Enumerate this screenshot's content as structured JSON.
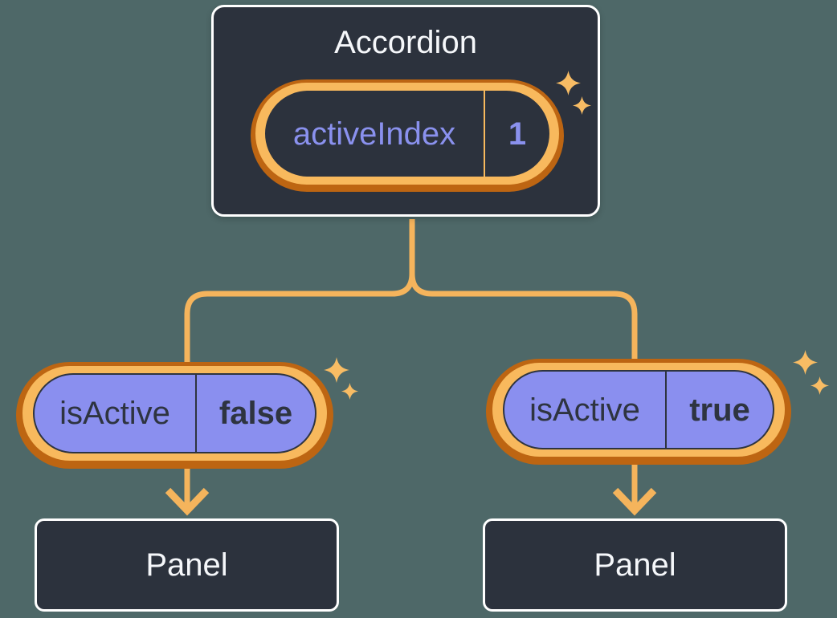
{
  "diagram": {
    "root": {
      "label": "Accordion",
      "state_name": "activeIndex",
      "state_value": "1"
    },
    "children": [
      {
        "state_name": "isActive",
        "state_value": "false",
        "panel_label": "Panel"
      },
      {
        "state_name": "isActive",
        "state_value": "true",
        "panel_label": "Panel"
      }
    ]
  },
  "icons": {
    "sparkle": "four-point-sparkle"
  },
  "colors": {
    "background": "#4E6868",
    "card": "#2C323D",
    "card_border": "#FFFFFF",
    "text_light": "#F5F7FA",
    "text_dark": "#2E3440",
    "purple_text": "#8A91EE",
    "pill_fill": "#8A8FEF",
    "ring_outer": "#BD6512",
    "ring_inner": "#F8B95D",
    "connector": "#F5B45C",
    "sparkle": "#F8BC64"
  }
}
